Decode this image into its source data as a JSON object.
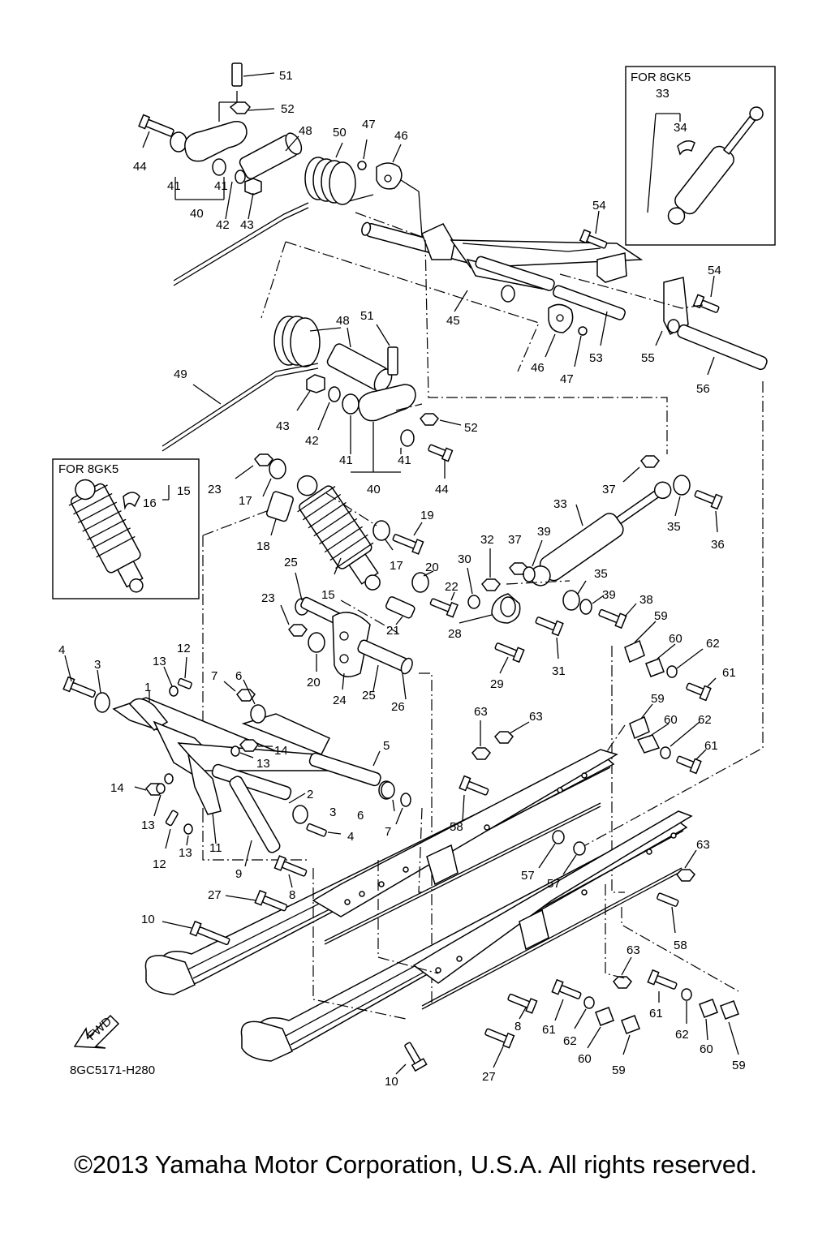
{
  "insets": [
    {
      "label": "FOR 8GK5"
    },
    {
      "label": "FOR 8GK5"
    }
  ],
  "drawing_code": "8GC5171-H280",
  "fwd_label": "FWD",
  "copyright": "©2013 Yamaha Motor Corporation, U.S.A. All rights reserved.",
  "callouts": [
    {
      "n": "51"
    },
    {
      "n": "52"
    },
    {
      "n": "44"
    },
    {
      "n": "48"
    },
    {
      "n": "50"
    },
    {
      "n": "47"
    },
    {
      "n": "46"
    },
    {
      "n": "41"
    },
    {
      "n": "41"
    },
    {
      "n": "40"
    },
    {
      "n": "42"
    },
    {
      "n": "43"
    },
    {
      "n": "33"
    },
    {
      "n": "34"
    },
    {
      "n": "54"
    },
    {
      "n": "54"
    },
    {
      "n": "45"
    },
    {
      "n": "46"
    },
    {
      "n": "47"
    },
    {
      "n": "53"
    },
    {
      "n": "55"
    },
    {
      "n": "56"
    },
    {
      "n": "49"
    },
    {
      "n": "48"
    },
    {
      "n": "51"
    },
    {
      "n": "43"
    },
    {
      "n": "42"
    },
    {
      "n": "52"
    },
    {
      "n": "41"
    },
    {
      "n": "41"
    },
    {
      "n": "40"
    },
    {
      "n": "44"
    },
    {
      "n": "15"
    },
    {
      "n": "16"
    },
    {
      "n": "23"
    },
    {
      "n": "17"
    },
    {
      "n": "18"
    },
    {
      "n": "19"
    },
    {
      "n": "17"
    },
    {
      "n": "37"
    },
    {
      "n": "35"
    },
    {
      "n": "36"
    },
    {
      "n": "33"
    },
    {
      "n": "32"
    },
    {
      "n": "37"
    },
    {
      "n": "39"
    },
    {
      "n": "30"
    },
    {
      "n": "35"
    },
    {
      "n": "39"
    },
    {
      "n": "38"
    },
    {
      "n": "25"
    },
    {
      "n": "15"
    },
    {
      "n": "20"
    },
    {
      "n": "22"
    },
    {
      "n": "23"
    },
    {
      "n": "21"
    },
    {
      "n": "28"
    },
    {
      "n": "59"
    },
    {
      "n": "60"
    },
    {
      "n": "62"
    },
    {
      "n": "61"
    },
    {
      "n": "20"
    },
    {
      "n": "24"
    },
    {
      "n": "25"
    },
    {
      "n": "26"
    },
    {
      "n": "29"
    },
    {
      "n": "31"
    },
    {
      "n": "4"
    },
    {
      "n": "3"
    },
    {
      "n": "13"
    },
    {
      "n": "12"
    },
    {
      "n": "7"
    },
    {
      "n": "6"
    },
    {
      "n": "1"
    },
    {
      "n": "14"
    },
    {
      "n": "13"
    },
    {
      "n": "5"
    },
    {
      "n": "63"
    },
    {
      "n": "63"
    },
    {
      "n": "59"
    },
    {
      "n": "60"
    },
    {
      "n": "62"
    },
    {
      "n": "61"
    },
    {
      "n": "14"
    },
    {
      "n": "2"
    },
    {
      "n": "3"
    },
    {
      "n": "4"
    },
    {
      "n": "6"
    },
    {
      "n": "7"
    },
    {
      "n": "13"
    },
    {
      "n": "12"
    },
    {
      "n": "13"
    },
    {
      "n": "11"
    },
    {
      "n": "9"
    },
    {
      "n": "58"
    },
    {
      "n": "57"
    },
    {
      "n": "57"
    },
    {
      "n": "63"
    },
    {
      "n": "8"
    },
    {
      "n": "27"
    },
    {
      "n": "10"
    },
    {
      "n": "58"
    },
    {
      "n": "63"
    },
    {
      "n": "8"
    },
    {
      "n": "61"
    },
    {
      "n": "62"
    },
    {
      "n": "61"
    },
    {
      "n": "62"
    },
    {
      "n": "60"
    },
    {
      "n": "59"
    },
    {
      "n": "27"
    },
    {
      "n": "60"
    },
    {
      "n": "59"
    },
    {
      "n": "10"
    }
  ]
}
